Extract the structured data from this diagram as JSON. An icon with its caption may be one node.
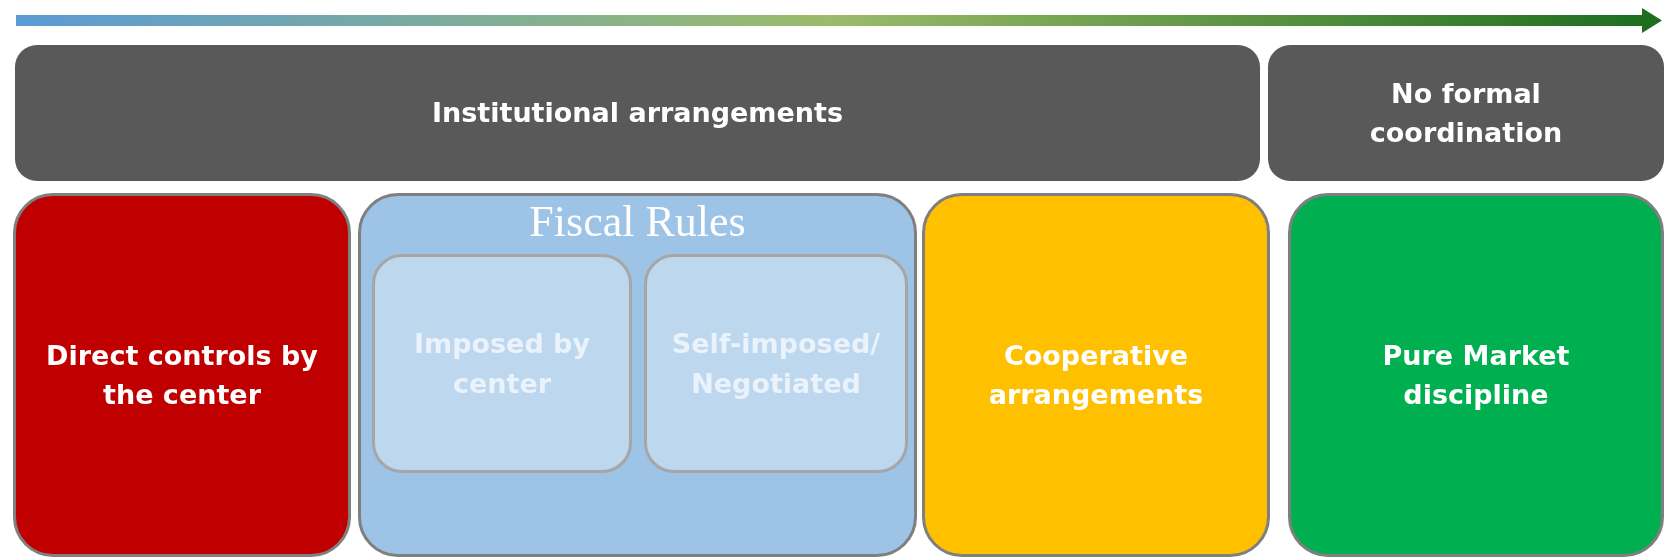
{
  "diagram": {
    "nodes": [
      {
        "text": [
          "Institutional arrangements"
        ]
      },
      {
        "text": [
          "No formal coordination"
        ]
      },
      {
        "text": [
          "Direct controls by the center"
        ]
      },
      {
        "text": [
          "Fiscal Rules"
        ]
      },
      {
        "text": [
          "Imposed by center"
        ],
        "in": 3
      },
      {
        "text": [
          "Self-imposed/ Negotiated"
        ],
        "in": 3
      },
      {
        "text": [
          "Cooperative arrangements"
        ]
      },
      {
        "text": [
          "Pure Market discipline"
        ]
      }
    ]
  }
}
